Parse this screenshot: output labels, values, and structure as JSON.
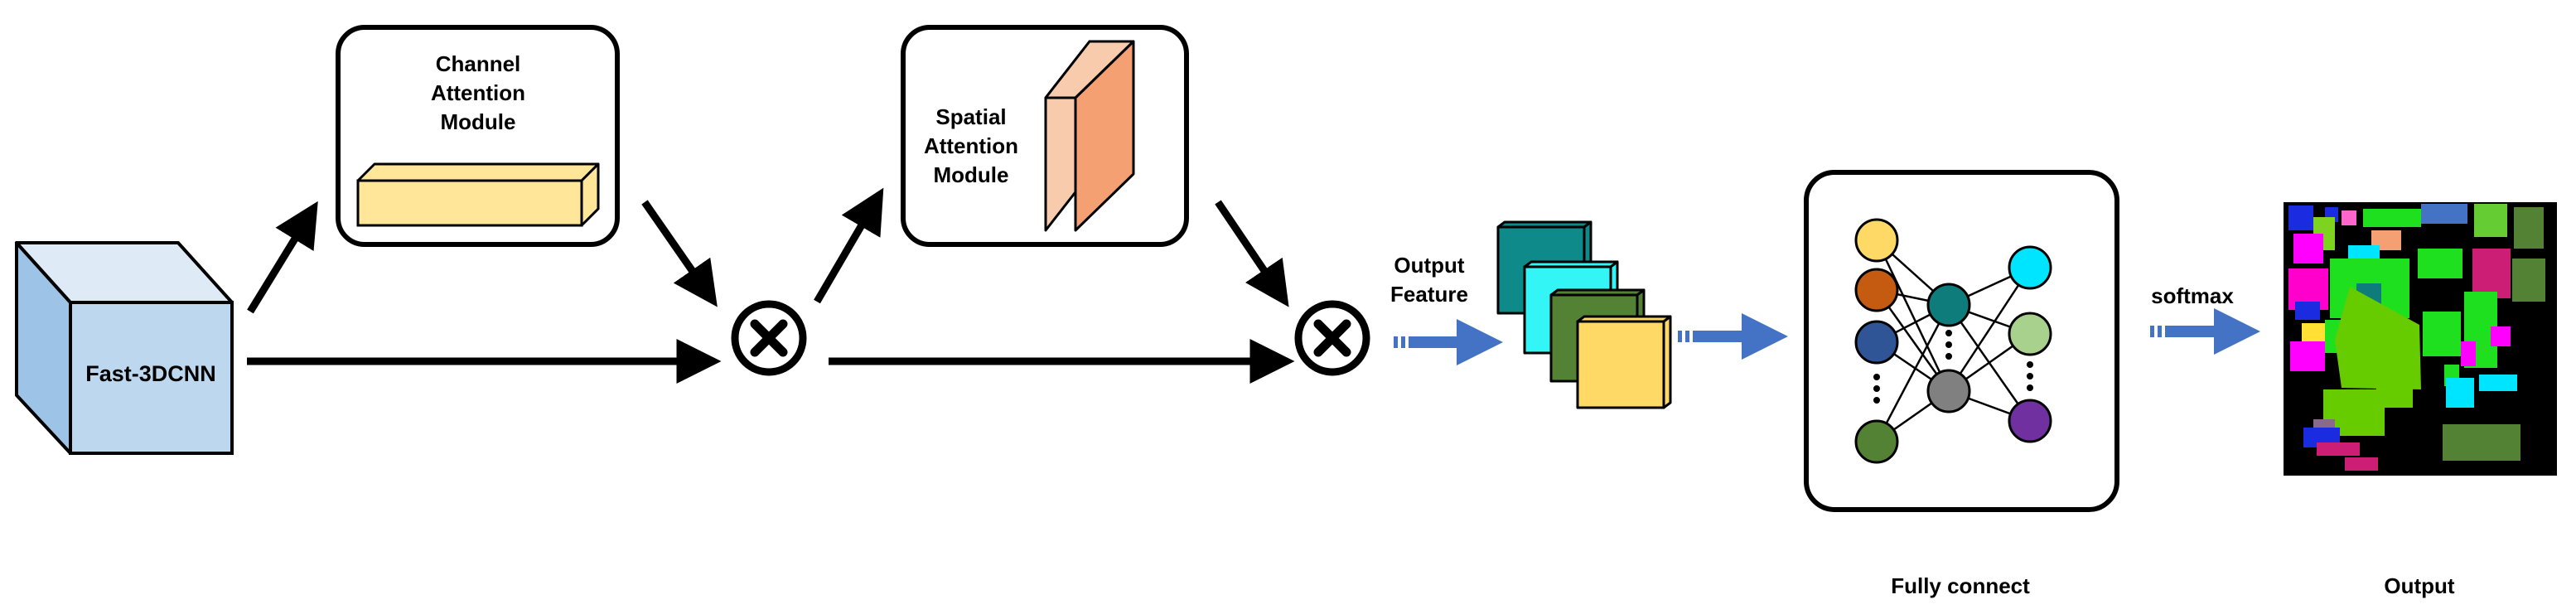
{
  "blocks": {
    "backbone": "Fast-3DCNN",
    "channel_attention": [
      "Channel",
      "Attention",
      "Module"
    ],
    "spatial_attention": [
      "Spatial",
      "Attention",
      "Module"
    ],
    "output_feature": [
      "Output",
      "Feature"
    ],
    "fully_connect": "Fully connect",
    "softmax": "softmax",
    "output": "Output"
  },
  "colors": {
    "cube_front": "#BDD7EE",
    "cube_side": "#9DC3E6",
    "cube_top": "#DEEBF7",
    "channel_bar": "#FFE699",
    "spatial_front": "#F4A072",
    "spatial_face": "#F8CBAD",
    "blue_arrow": "#4472C4",
    "feature_1": "#0E8A8A",
    "feature_2": "#33F5F5",
    "feature_3": "#548235",
    "feature_4": "#FFD966",
    "nn_input_nodes": [
      "#FFD966",
      "#C55A11",
      "#2F5597",
      "#548235"
    ],
    "nn_hidden_nodes": [
      "#0E7C7B",
      "#808080"
    ],
    "nn_output_nodes": [
      "#00E5FF",
      "#A9D18E",
      "#7030A0"
    ]
  },
  "icons": {
    "multiply": "circled-times-icon",
    "arrow": "arrow-icon",
    "output_map": "classification-map-icon"
  }
}
